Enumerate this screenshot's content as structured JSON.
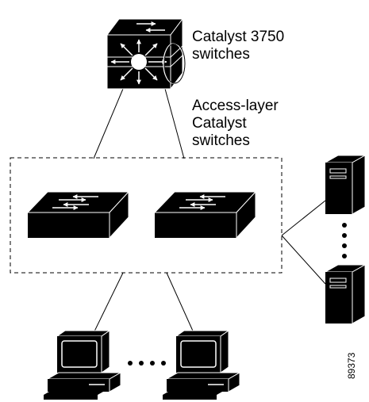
{
  "core_switch": {
    "label_lines": [
      "Catalyst 3750",
      "switches"
    ]
  },
  "access_layer": {
    "label_lines": [
      "Access-layer",
      "Catalyst",
      "switches"
    ]
  },
  "figure_id": "89373",
  "icons": [
    "multilayer-switch-icon",
    "workgroup-switch-icon",
    "server-icon",
    "workstation-icon"
  ]
}
